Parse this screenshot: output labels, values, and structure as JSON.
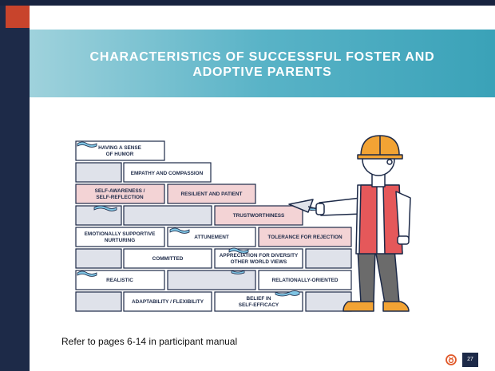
{
  "slide": {
    "title_line1": "CHARACTERISTICS OF SUCCESSFUL FOSTER AND",
    "title_line2": "ADOPTIVE PARENTS",
    "footer_text": "Refer to pages 6-14 in participant manual",
    "page_number": "27"
  },
  "bricks": {
    "humor_1": "HAVING A SENSE",
    "humor_2": "OF HUMOR",
    "empathy": "EMPATHY AND COMPASSION",
    "selfaware_1": "SELF-AWARENESS /",
    "selfaware_2": "SELF-REFLECTION",
    "resilient": "RESILIENT AND PATIENT",
    "trust": "TRUSTWORTHINESS",
    "emotional_1": "EMOTIONALLY SUPPORTIVE",
    "emotional_2": "NURTURING",
    "attunement": "ATTUNEMENT",
    "tolerance": "TOLERANCE FOR REJECTION",
    "committed": "COMMITTED",
    "diversity_1": "APPRECIATION FOR DIVERSITY",
    "diversity_2": "OTHER WORLD VIEWS",
    "realistic": "REALISTIC",
    "relational": "RELATIONALLY-ORIENTED",
    "adaptability": "ADAPTABILITY / FLEXIBILITY",
    "efficacy_1": "BELIEF IN",
    "efficacy_2": "SELF-EFFICACY"
  },
  "colors": {
    "navy": "#1d2a48",
    "accent_red": "#c8442c",
    "title_teal": "#3aa2b8",
    "brick_pink": "#f3d3d5",
    "brick_gray": "#dfe2ea",
    "mortar_blue": "#7fc4e3"
  },
  "icons": [
    "construction-worker-illustration",
    "brick-wall-illustration",
    "trowel-icon",
    "org-logo-icon"
  ]
}
